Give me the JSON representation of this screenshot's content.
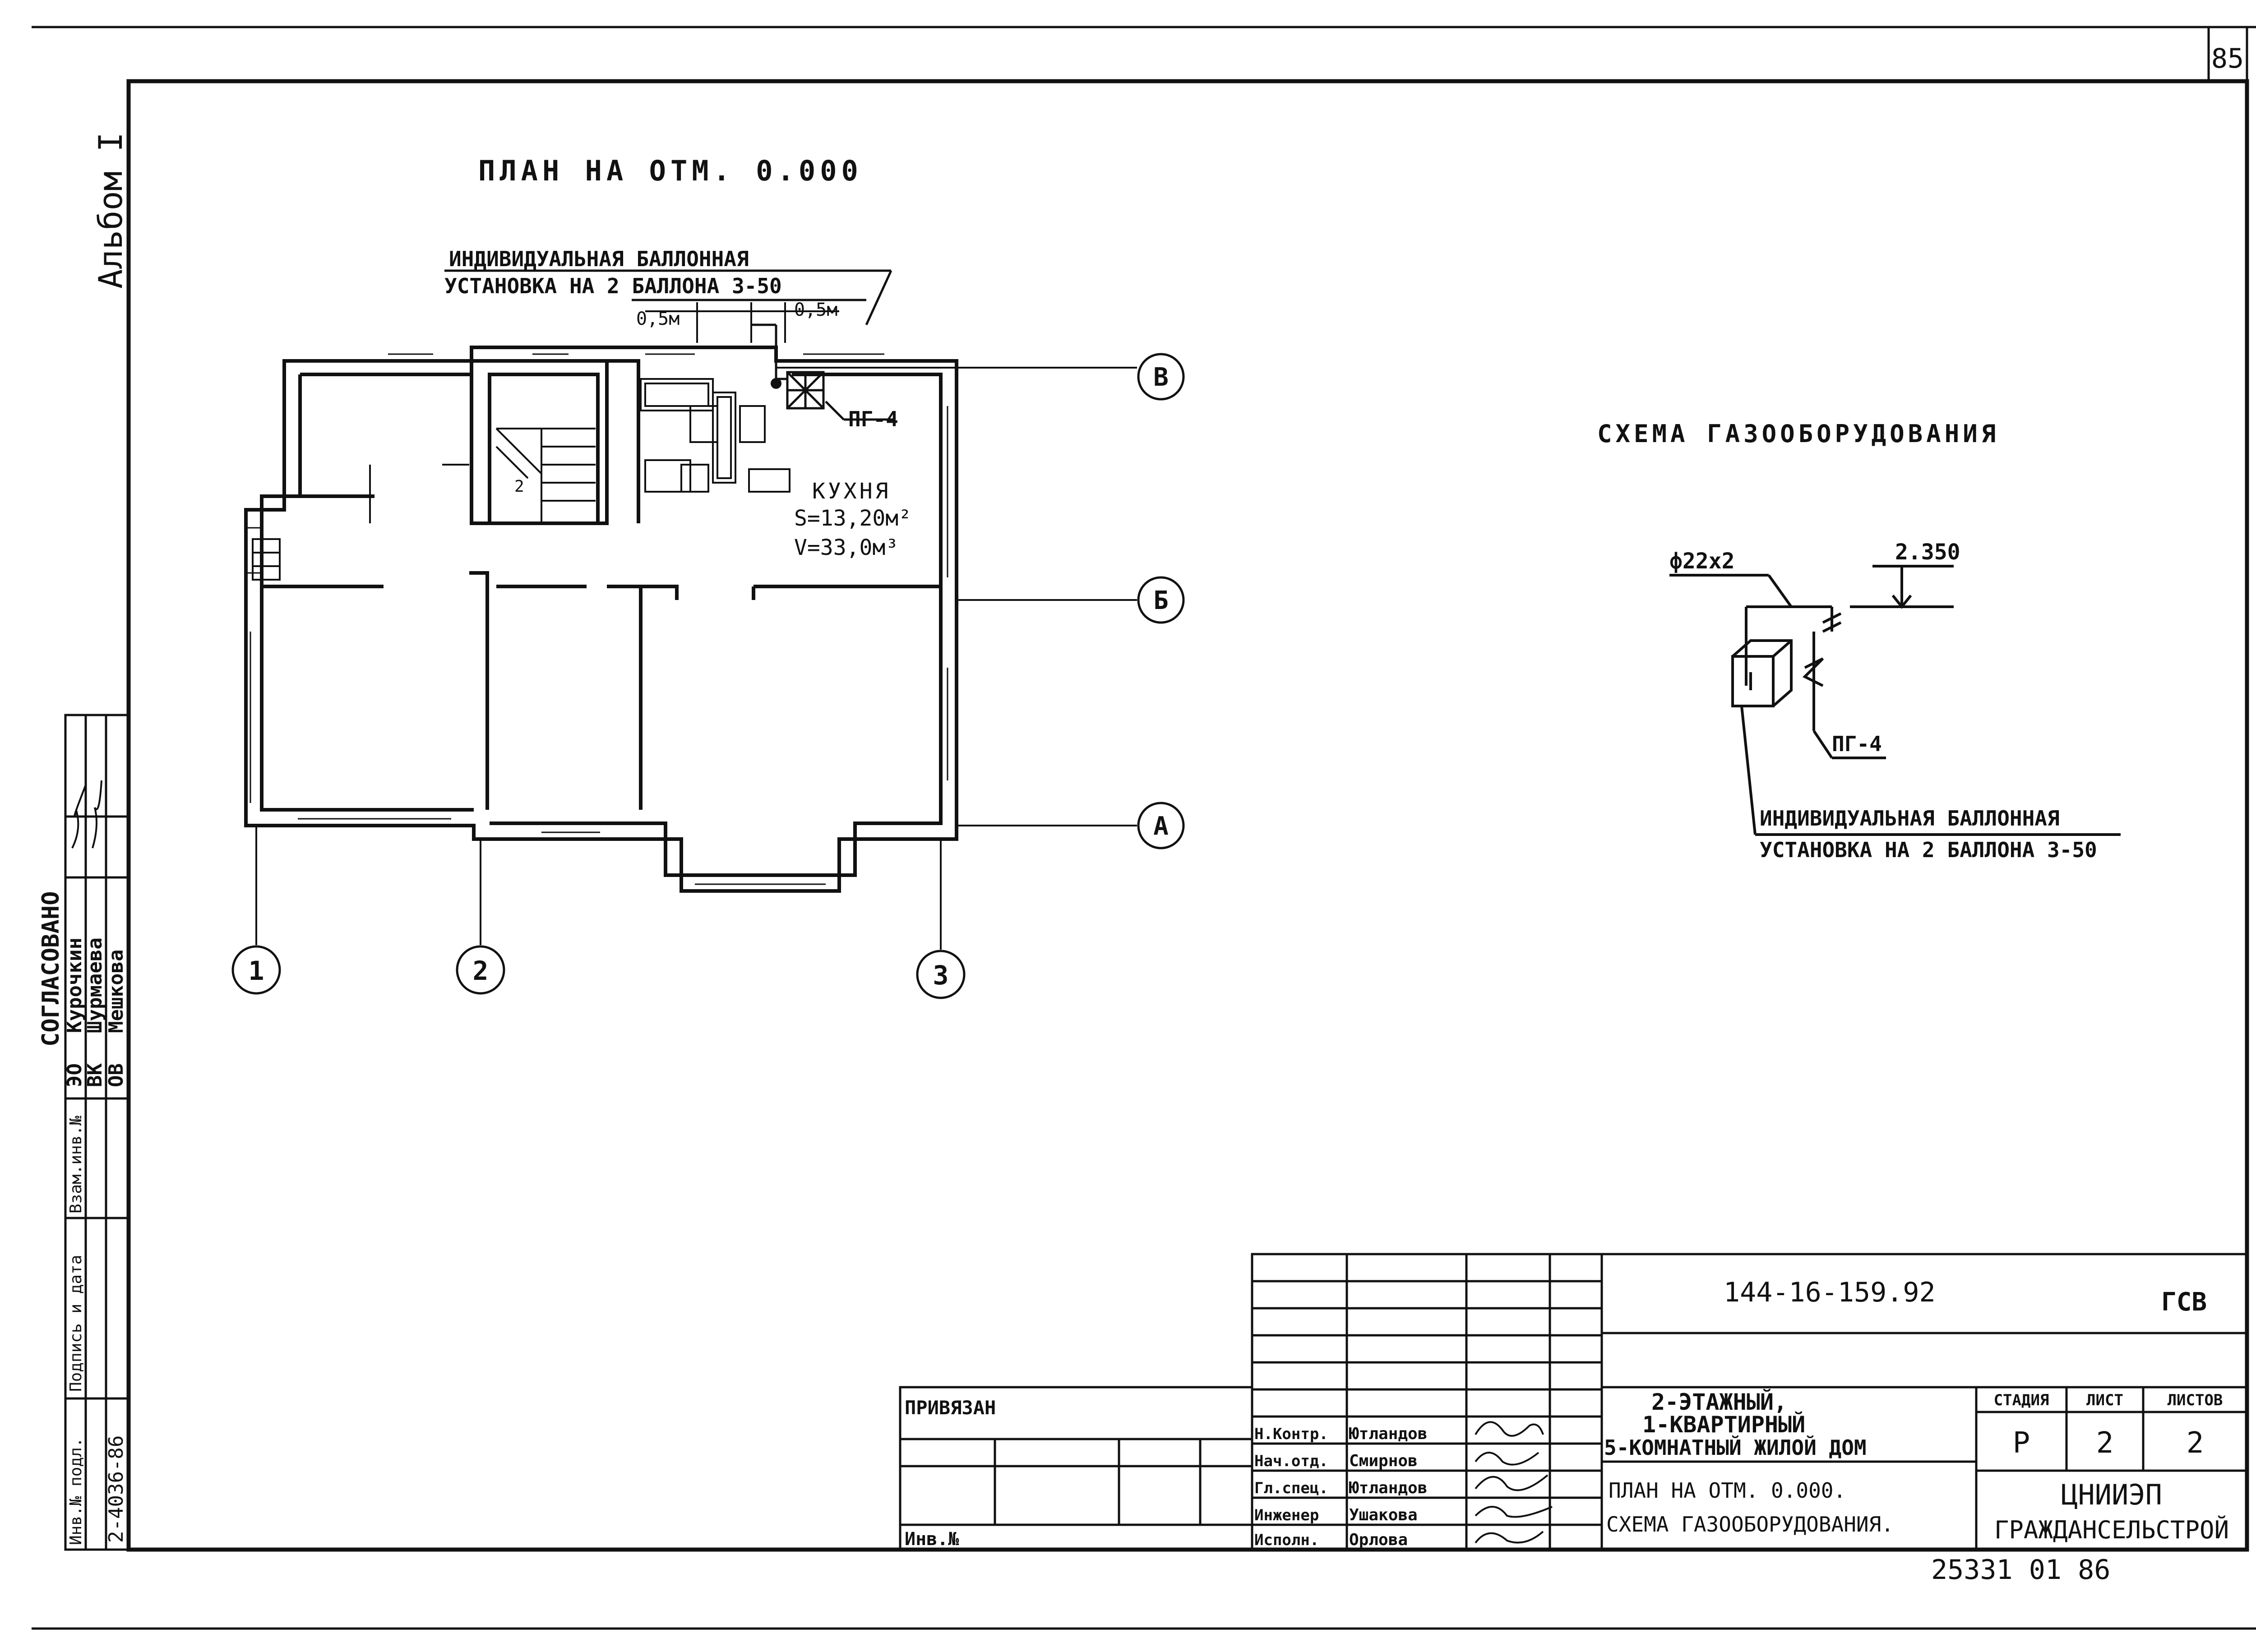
{
  "sheet": {
    "page_number": "85",
    "album": "Альбом I",
    "bottom_stamp": "25331 01 86"
  },
  "plan": {
    "title": "ПЛАН НА ОТМ. 0.000",
    "cylinder_note_line1": "ИНДИВИДУАЛЬНАЯ БАЛЛОННАЯ",
    "cylinder_note_line2": "УСТАНОВКА НА 2 БАЛЛОНА 3-50",
    "dim_left": "0,5м",
    "dim_right": "0,5м",
    "stove_label": "ПГ-4",
    "room_name": "КУХНЯ",
    "room_area": "S=13,20м²",
    "room_volume": "V=33,0м³",
    "stair_mark": "2",
    "axes": {
      "rows": [
        "В",
        "Б",
        "А"
      ],
      "cols": [
        "1",
        "2",
        "3"
      ]
    }
  },
  "scheme": {
    "title": "СХЕМА ГАЗООБОРУДОВАНИЯ",
    "pipe_label": "ф22х2",
    "level_label": "2.350",
    "stove_label": "ПГ-4",
    "note_line1": "ИНДИВИДУАЛЬНАЯ БАЛЛОННАЯ",
    "note_line2": "УСТАНОВКА НА 2 БАЛЛОНА 3-50"
  },
  "side_stamp": {
    "approval_title": "СОГЛАСОВАНО",
    "rows": [
      {
        "dept": "ЭО",
        "name": "Курочкин"
      },
      {
        "dept": "ВК",
        "name": "Шурмаева"
      },
      {
        "dept": "ОВ",
        "name": "Мешкова"
      }
    ],
    "inv_cols": [
      "Инв.№ подл.",
      "Подпись и дата",
      "Взам.инв.№"
    ],
    "inv_value": "2-4036-86"
  },
  "title_block": {
    "code": "144-16-159.92",
    "mark": "ГСВ",
    "tied_label": "ПРИВЯЗАН",
    "inv_label": "Инв.№",
    "staff": [
      {
        "role": "Н.Контр.",
        "name": "Ютландов"
      },
      {
        "role": "Нач.отд.",
        "name": "Смирнов"
      },
      {
        "role": "Гл.спец.",
        "name": "Ютландов"
      },
      {
        "role": "Инженер",
        "name": "Ушакова"
      },
      {
        "role": "Исполн.",
        "name": "Орлова"
      }
    ],
    "building_line1": "2-ЭТАЖНЫЙ,",
    "building_line2": "1-КВАРТИРНЫЙ",
    "building_line3": "5-КОМНАТНЫЙ ЖИЛОЙ ДОМ",
    "sheet_title_line1": "ПЛАН НА ОТМ. 0.000.",
    "sheet_title_line2": "СХЕМА ГАЗООБОРУДОВАНИЯ.",
    "stage_header": "СТАДИЯ",
    "sheet_header": "ЛИСТ",
    "sheets_header": "ЛИСТОВ",
    "stage": "Р",
    "sheet": "2",
    "sheets": "2",
    "org_line1": "ЦНИИЭП",
    "org_line2": "ГРАЖДАНСЕЛЬСТРОЙ"
  }
}
